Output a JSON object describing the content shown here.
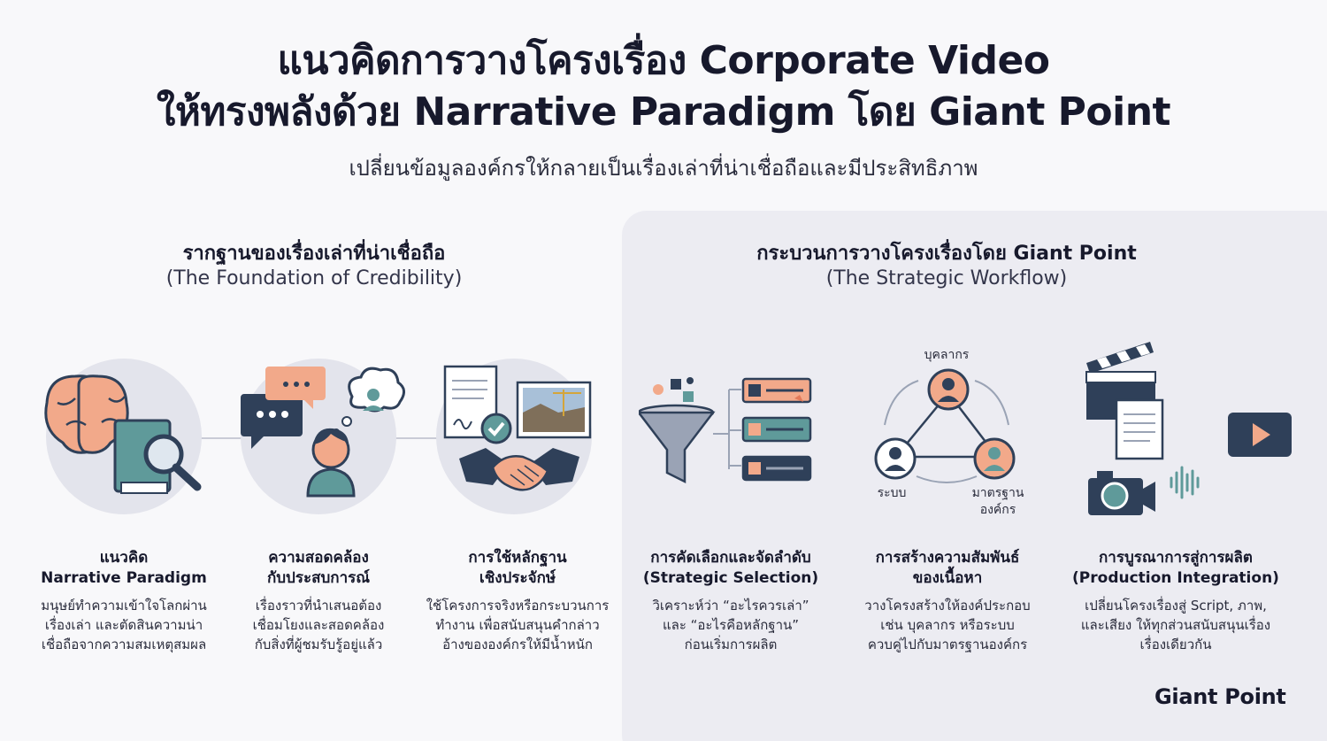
{
  "header": {
    "title_line1": "แนวคิดการวางโครงเรื่อง Corporate Video",
    "title_line2": "ให้ทรงพลังด้วย Narrative Paradigm โดย Giant Point",
    "subtitle": "เปลี่ยนข้อมูลองค์กรให้กลายเป็นเรื่องเล่าที่น่าเชื่อถือและมีประสิทธิภาพ"
  },
  "left_section": {
    "title": "รากฐานของเรื่องเล่าที่น่าเชื่อถือ",
    "subtitle": "(The Foundation of Credibility)",
    "cards": [
      {
        "icon": "brain-book-magnifier-icon",
        "title1": "แนวคิด",
        "title2": "Narrative Paradigm",
        "desc": [
          "มนุษย์ทำความเข้าใจโลกผ่าน",
          "เรื่องเล่า และตัดสินความน่า",
          "เชื่อถือจากความสมเหตุสมผล"
        ]
      },
      {
        "icon": "person-speech-bubbles-icon",
        "title1": "ความสอดคล้อง",
        "title2": "กับประสบการณ์",
        "desc": [
          "เรื่องราวที่นำเสนอต้อง",
          "เชื่อมโยงและสอดคล้อง",
          "กับสิ่งที่ผู้ชมรับรู้อยู่แล้ว"
        ]
      },
      {
        "icon": "handshake-documents-icon",
        "title1": "การใช้หลักฐาน",
        "title2": "เชิงประจักษ์",
        "desc": [
          "ใช้โครงการจริงหรือกระบวนการ",
          "ทำงาน เพื่อสนับสนุนคำกล่าว",
          "อ้างขององค์กรให้มีน้ำหนัก"
        ]
      }
    ]
  },
  "right_section": {
    "title": "กระบวนการวางโครงเรื่องโดย Giant Point",
    "subtitle": "(The Strategic Workflow)",
    "triangle_labels": {
      "top": "บุคลากร",
      "left": "ระบบ",
      "right1": "มาตรฐาน",
      "right2": "องค์กร"
    },
    "cards": [
      {
        "icon": "funnel-list-icon",
        "title1": "การคัดเลือกและจัดลำดับ",
        "title2": "(Strategic Selection)",
        "desc": [
          "วิเคราะห์ว่า “อะไรควรเล่า”",
          "และ “อะไรคือหลักฐาน”",
          "ก่อนเริ่มการผลิต"
        ]
      },
      {
        "icon": "people-triangle-icon",
        "title1": "การสร้างความสัมพันธ์",
        "title2": "ของเนื้อหา",
        "desc": [
          "วางโครงสร้างให้องค์ประกอบ",
          "เช่น บุคลากร หรือระบบ",
          "ควบคู่ไปกับมาตรฐานองค์กร"
        ]
      },
      {
        "icon": "production-clapper-camera-icon",
        "title1": "การบูรณาการสู่การผลิต",
        "title2": "(Production Integration)",
        "desc": [
          "เปลี่ยนโครงเรื่องสู่ Script, ภาพ,",
          "และเสียง ให้ทุกส่วนสนับสนุนเรื่อง",
          "เรื่องเดียวกัน"
        ]
      }
    ]
  },
  "brand": "Giant Point",
  "colors": {
    "navy": "#2f4059",
    "salmon": "#f2a98a",
    "teal": "#5f9a9a",
    "circle_bg": "#e3e4ec",
    "panel_bg": "#ececf2"
  }
}
